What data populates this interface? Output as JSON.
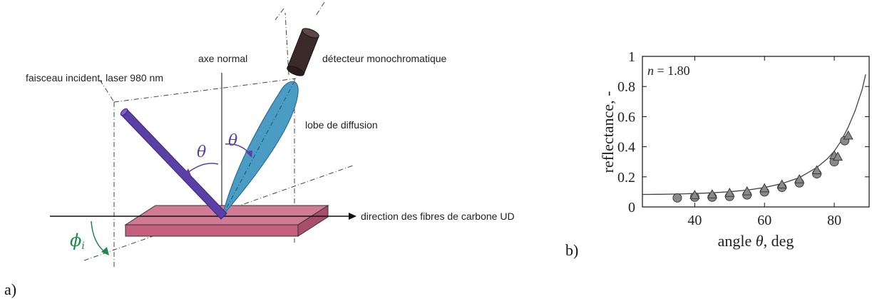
{
  "panel_a": {
    "letter": "a)",
    "labels": {
      "incident": "faisceau incident, laser 980 nm",
      "normal": "axe normal",
      "detector": "détecteur monochromatique",
      "lobe": "lobe de diffusion",
      "direction": "direction des fibres de carbone UD"
    },
    "angles": {
      "theta": "θ",
      "phi": "ϕ",
      "phi_sub": "i"
    },
    "colors": {
      "beam": "#5a3fa6",
      "lobe": "#4a9cc5",
      "plate": "#c76b88",
      "detector": "#3a2a2a",
      "phi": "#1d8a47"
    }
  },
  "panel_b": {
    "letter": "b)"
  },
  "chart_data": {
    "type": "scatter",
    "annotation": {
      "n_var": "n",
      "n_value": " = 1.80"
    },
    "xlabel_pre": "angle ",
    "xlabel_var": "θ",
    "xlabel_post": ", deg",
    "ylabel": "reflectance, -",
    "xlim": [
      25,
      90
    ],
    "ylim": [
      0,
      1
    ],
    "xticks": [
      40,
      60,
      80
    ],
    "yticks": [
      0,
      0.2,
      0.4,
      0.6,
      0.8,
      1
    ],
    "ytick_labels": [
      "0",
      "0.2",
      "0.4",
      "0.6",
      "0.8",
      "1"
    ],
    "series": [
      {
        "marker": "circle",
        "x": [
          35,
          40,
          45,
          50,
          55,
          60,
          65,
          70,
          75,
          80,
          83
        ],
        "y": [
          0.06,
          0.065,
          0.065,
          0.07,
          0.08,
          0.1,
          0.13,
          0.16,
          0.22,
          0.3,
          0.44
        ]
      },
      {
        "marker": "triangle",
        "x": [
          40,
          45,
          50,
          55,
          60,
          65,
          70,
          75,
          80,
          81,
          84
        ],
        "y": [
          0.075,
          0.08,
          0.09,
          0.1,
          0.12,
          0.145,
          0.18,
          0.24,
          0.34,
          0.33,
          0.47
        ]
      },
      {
        "marker": "line",
        "x": [
          25,
          30,
          35,
          40,
          45,
          50,
          55,
          60,
          65,
          70,
          75,
          78,
          80,
          82,
          84,
          86,
          88,
          89
        ],
        "y": [
          0.083,
          0.084,
          0.086,
          0.089,
          0.094,
          0.101,
          0.112,
          0.129,
          0.155,
          0.195,
          0.262,
          0.32,
          0.37,
          0.44,
          0.53,
          0.64,
          0.78,
          0.88
        ]
      }
    ],
    "colors": {
      "marker_fill": "#8a8a8a",
      "marker_stroke": "#3a3a3a",
      "line": "#444444"
    }
  }
}
